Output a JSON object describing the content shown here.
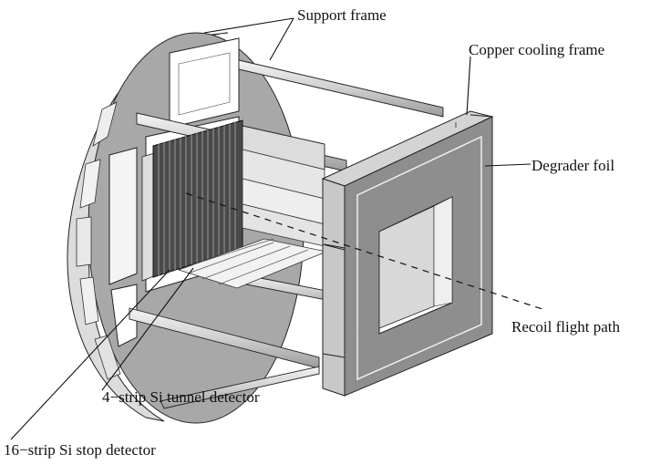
{
  "labels": {
    "support_frame": "Support frame",
    "copper_cooling_frame": "Copper cooling frame",
    "degrader_foil": "Degrader foil",
    "recoil_flight_path": "Recoil flight path",
    "tunnel_detector": "4−strip Si tunnel detector",
    "stop_detector": "16−strip Si stop detector"
  },
  "colors": {
    "disk_face": "#a9a9a9",
    "disk_rim": "#d6d6d6",
    "frame_light": "#cfcfcf",
    "frame_dark": "#8f8f8f",
    "rod": "#d9d9d9",
    "line": "#111111"
  }
}
